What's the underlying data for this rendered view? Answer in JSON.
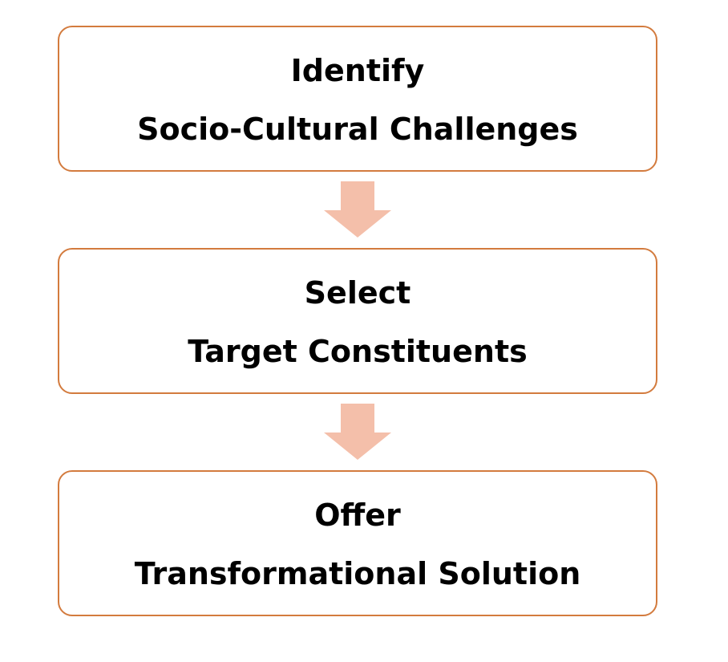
{
  "colors": {
    "box_border": "#D37B3E",
    "arrow_fill": "#F4BFAA",
    "text": "#000000"
  },
  "steps": [
    {
      "title": "Identify",
      "subtitle": "Socio-Cultural Challenges"
    },
    {
      "title": "Select",
      "subtitle": "Target Constituents"
    },
    {
      "title": "Offer",
      "subtitle": "Transformational Solution"
    }
  ]
}
